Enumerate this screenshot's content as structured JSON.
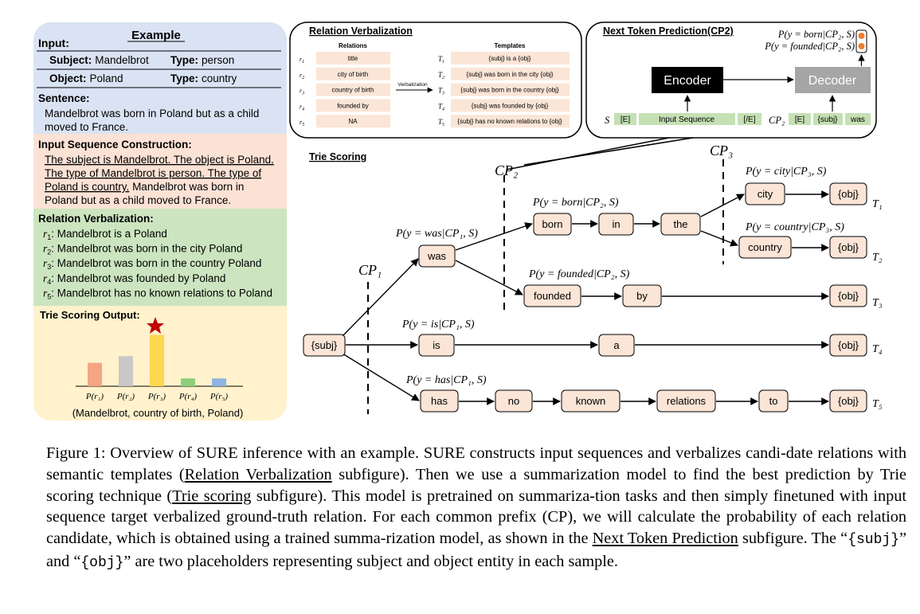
{
  "example": {
    "title": "Example",
    "input_label": "Input:",
    "subject_label": "Subject:",
    "subject_value": "Mandelbrot",
    "type_label": "Type:",
    "subject_type": "person",
    "object_label": "Object:",
    "object_value": "Poland",
    "object_type": "country",
    "sentence_label": "Sentence:",
    "sentence_lines": [
      "Mandelbrot was born in Poland but as a child",
      "moved to France."
    ],
    "isc_label": "Input Sequence Construction:",
    "isc_lines": [
      "The subject is Mandelbrot. The object is Poland.",
      "The type of Mandelbrot is person. The type of",
      "Poland is country.",
      " Mandelbrot was born in",
      "Poland but as a child moved to France."
    ],
    "rv_label": "Relation Verbalization:",
    "rv_items": [
      {
        "sym": "r",
        "sub": "1",
        "text": ": Mandelbrot is a Poland"
      },
      {
        "sym": "r",
        "sub": "2",
        "text": ": Mandelbrot was born in the city Poland"
      },
      {
        "sym": "r",
        "sub": "3",
        "text": ": Mandelbrot was born in the country Poland"
      },
      {
        "sym": "r",
        "sub": "4",
        "text": ": Mandelbrot was founded by Poland"
      },
      {
        "sym": "r",
        "sub": "5",
        "text": ": Mandelbrot has no known relations to Poland"
      }
    ],
    "tso_label": "Trie Scoring Output:",
    "tso_bars": [
      {
        "label": "P(r₁)",
        "value": 0.42,
        "color": "#f4a582"
      },
      {
        "label": "P(r₂)",
        "value": 0.54,
        "color": "#c8c8c8"
      },
      {
        "label": "P(r₃)",
        "value": 0.92,
        "color": "#fcd84e"
      },
      {
        "label": "P(r₄)",
        "value": 0.14,
        "color": "#8fce7a"
      },
      {
        "label": "P(r₅)",
        "value": 0.14,
        "color": "#8fb4e3"
      }
    ],
    "tso_result": "(Mandelbrot, country of birth, Poland)"
  },
  "relation_verbalization": {
    "title": "Relation Verbalization",
    "relations_header": "Relations",
    "templates_header": "Templates",
    "arrow_label": "Verbalization",
    "rows": [
      {
        "r": "r",
        "rsub": "1",
        "relation": "title",
        "t": "T",
        "tsub": "1",
        "template": "{subj} is a {obj}"
      },
      {
        "r": "r",
        "rsub": "2",
        "relation": "city of birth",
        "t": "T",
        "tsub": "2",
        "template": "{subj} was born in the city {obj}"
      },
      {
        "r": "r",
        "rsub": "3",
        "relation": "country of birth",
        "t": "T",
        "tsub": "3",
        "template": "{subj} was born in the country {obj}"
      },
      {
        "r": "r",
        "rsub": "4",
        "relation": "founded by",
        "t": "T",
        "tsub": "4",
        "template": "{subj} was founded by {obj}"
      },
      {
        "r": "r",
        "rsub": "5",
        "relation": "NA",
        "t": "T",
        "tsub": "5",
        "template": "{subj} has no known relations to {obj}"
      }
    ]
  },
  "next_token": {
    "title": "Next Token Prediction(CP2)",
    "prob1": "P(y = born|CP₂, S)",
    "prob2": "P(y = founded|CP₂, S)",
    "encoder": "Encoder",
    "decoder": "Decoder",
    "s_label": "S",
    "s_tokens": [
      "[E]",
      "Input Sequence",
      "[/E]"
    ],
    "cp2_label": "CP₂",
    "cp2_tokens": [
      "[E]",
      "{subj}",
      "was"
    ]
  },
  "trie": {
    "title": "Trie Scoring",
    "cp_labels": [
      "CP₁",
      "CP₂",
      "CP₃"
    ],
    "probs": {
      "was": "P(y = was|CP₁, S)",
      "born": "P(y = born|CP₂, S)",
      "city": "P(y = city|CP₃, S)",
      "country": "P(y = country|CP₃, S)",
      "founded": "P(y = founded|CP₂, S)",
      "is": "P(y = is|CP₁, S)",
      "has": "P(y = has|CP₁, S)"
    },
    "nodes": {
      "subj": "{subj}",
      "was": "was",
      "born": "born",
      "in": "in",
      "the": "the",
      "city": "city",
      "country": "country",
      "founded": "founded",
      "by": "by",
      "is": "is",
      "a": "a",
      "has": "has",
      "no": "no",
      "known": "known",
      "relations": "relations",
      "to": "to",
      "obj1": "{obj}",
      "obj2": "{obj}",
      "obj3": "{obj}",
      "obj4": "{obj}",
      "obj5": "{obj}"
    },
    "t_labels": [
      "T₁",
      "T₂",
      "T₃",
      "T₄",
      "T₅"
    ]
  },
  "caption": {
    "lead": "Figure 1: Overview of ",
    "s1": "S",
    "u1": "U",
    "re1": "RE inference with an example. ",
    "s2": "S",
    "u2": "U",
    "re2": "RE constructs input sequences and verbalizes candi-date relations with semantic templates (",
    "link1": "Relation Verbalization",
    "mid1": " subfigure). Then we use a summarization model to find the best prediction by Trie scoring technique (",
    "link2": "Trie scoring",
    "mid2": " subfigure). This model is pretrained on summariza-tion tasks and then simply finetuned with input sequence target verbalized ground-truth relation. For each common prefix (CP), we will calculate the probability of each relation candidate, which is obtained using a trained summa-rization model, as shown in the ",
    "link3": "Next Token Prediction",
    "mid3": " subfigure. The “",
    "ph1": "{subj}",
    "mid4": "” and “",
    "ph2": "{obj}",
    "tail": "” are two placeholders representing subject and object entity in each sample."
  },
  "colors": {
    "blue_panel": "#dae3f3",
    "salmon_panel": "#fbe2d5",
    "green_panel": "#cce5c0",
    "yellow_panel": "#fff2cc",
    "node_fill": "#fbe5d6",
    "green_token": "#c5e0b4",
    "star": "#c00000"
  }
}
